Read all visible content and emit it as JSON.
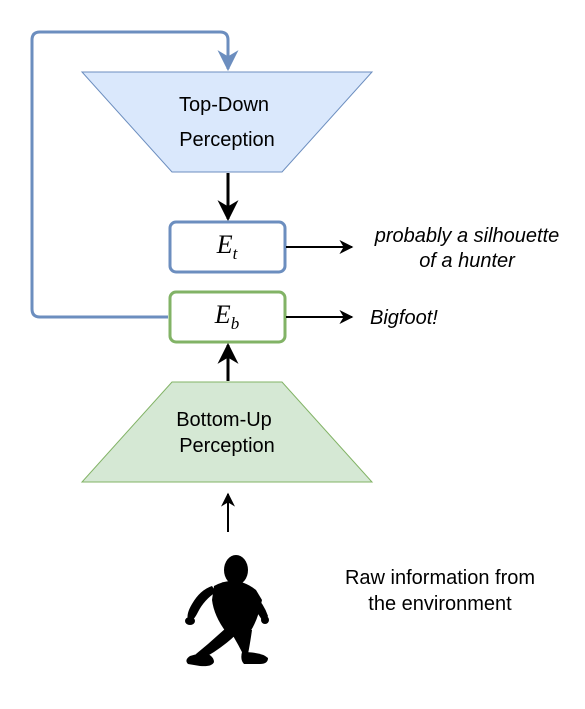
{
  "top_down": {
    "line1": "Top-Down",
    "line2": "Perception",
    "fill": "#dae8fc",
    "stroke": "#6c8ebf"
  },
  "bottom_up": {
    "line1": "Bottom-Up",
    "line2": "Perception",
    "fill": "#d5e8d4",
    "stroke": "#82b366"
  },
  "et_box": {
    "symbol": "E",
    "subscript": "t",
    "stroke": "#6c8ebf"
  },
  "eb_box": {
    "symbol": "E",
    "subscript": "b",
    "stroke": "#82b366"
  },
  "et_output": {
    "line1": "probably a silhouette",
    "line2": "of a hunter"
  },
  "eb_output": {
    "text": "Bigfoot!"
  },
  "raw_info": {
    "line1": "Raw information from",
    "line2": "the environment"
  },
  "feedback_color": "#6c8ebf",
  "bigfoot_icon": "bigfoot-silhouette-icon"
}
